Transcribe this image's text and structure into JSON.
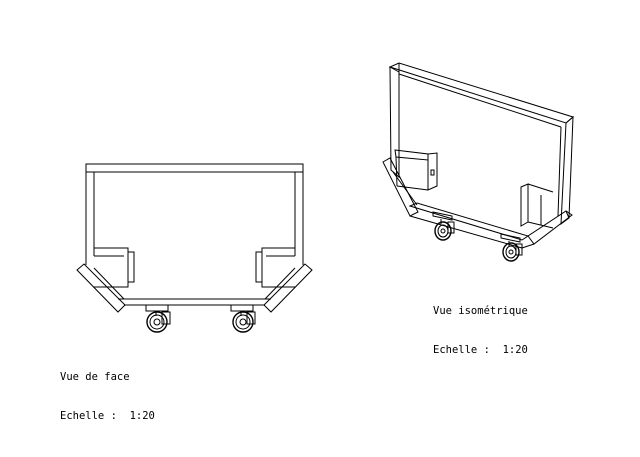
{
  "views": [
    {
      "id": "front",
      "title": "Vue de face",
      "scale_label": "Echelle :",
      "scale": "1:20"
    },
    {
      "id": "iso",
      "title": "Vue isométrique",
      "scale_label": "Echelle :",
      "scale": "1:20"
    }
  ]
}
